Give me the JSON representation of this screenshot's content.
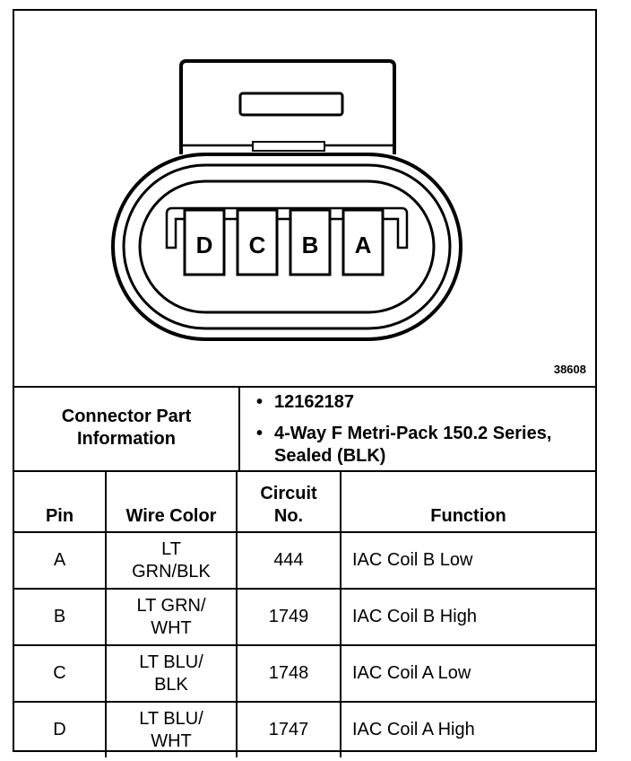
{
  "figure": {
    "id": "38608",
    "pin_labels": [
      "D",
      "C",
      "B",
      "A"
    ]
  },
  "connector_info": {
    "label": "Connector Part Information",
    "items": [
      "12162187",
      "4-Way F Metri-Pack 150.2 Series, Sealed (BLK)"
    ],
    "bullet": "•"
  },
  "table": {
    "headers": {
      "pin": "Pin",
      "wire_color": "Wire Color",
      "circuit": "Circuit No.",
      "function": "Function"
    },
    "rows": [
      {
        "pin": "A",
        "wire_color": "LT GRN/BLK",
        "circuit": "444",
        "function": "IAC Coil B Low"
      },
      {
        "pin": "B",
        "wire_color": "LT GRN/ WHT",
        "circuit": "1749",
        "function": "IAC Coil B High"
      },
      {
        "pin": "C",
        "wire_color": "LT BLU/ BLK",
        "circuit": "1748",
        "function": "IAC Coil A Low"
      },
      {
        "pin": "D",
        "wire_color": "LT BLU/ WHT",
        "circuit": "1747",
        "function": "IAC Coil A High"
      }
    ]
  }
}
